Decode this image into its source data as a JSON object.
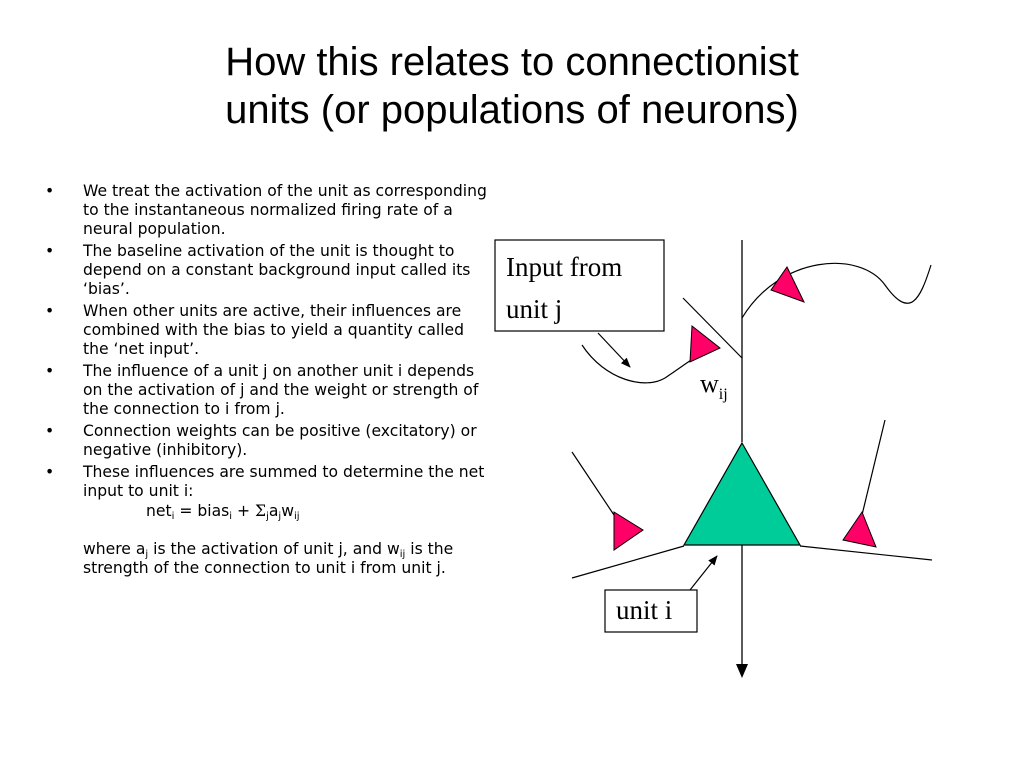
{
  "slide": {
    "title_line1": "How this relates to connectionist",
    "title_line2": "units (or populations of neurons)"
  },
  "bullets": [
    "We treat the activation of the unit as corresponding to the instantaneous normalized firing rate of a neural population.",
    "The baseline activation of the unit is thought to depend on a constant background input called its ‘bias’.",
    "When other units are active, their influences are combined with the bias to yield a quantity called the ‘net input’.",
    "The influence of a unit j on another unit i depends on the activation of j and the weight or strength of the connection to i from j.",
    "Connection weights can be positive (excitatory) or negative (inhibitory).",
    "These influences are summed to determine the net input to unit i:"
  ],
  "formula": {
    "net": "net",
    "i1": "i",
    "eq_bias": " = bias",
    "i2": "i",
    "plus": " + ",
    "sigma": "Σ",
    "j1": "j",
    "a": "a",
    "j2": "j",
    "w": "w",
    "ij": "ij"
  },
  "explanation": {
    "part1": "where a",
    "sub_j": "j",
    "part2": " is the activation of unit j, and w",
    "sub_ij": "ij",
    "part3": " is the strength of the connection to unit i from unit j."
  },
  "diagram": {
    "input_label_line1": "Input from",
    "input_label_line2": "unit j",
    "weight_w": "w",
    "weight_sub": "ij",
    "unit_label": "unit i",
    "colors": {
      "synapse": "#ff0066",
      "unit_body": "#00cc99",
      "line": "#000000"
    }
  }
}
